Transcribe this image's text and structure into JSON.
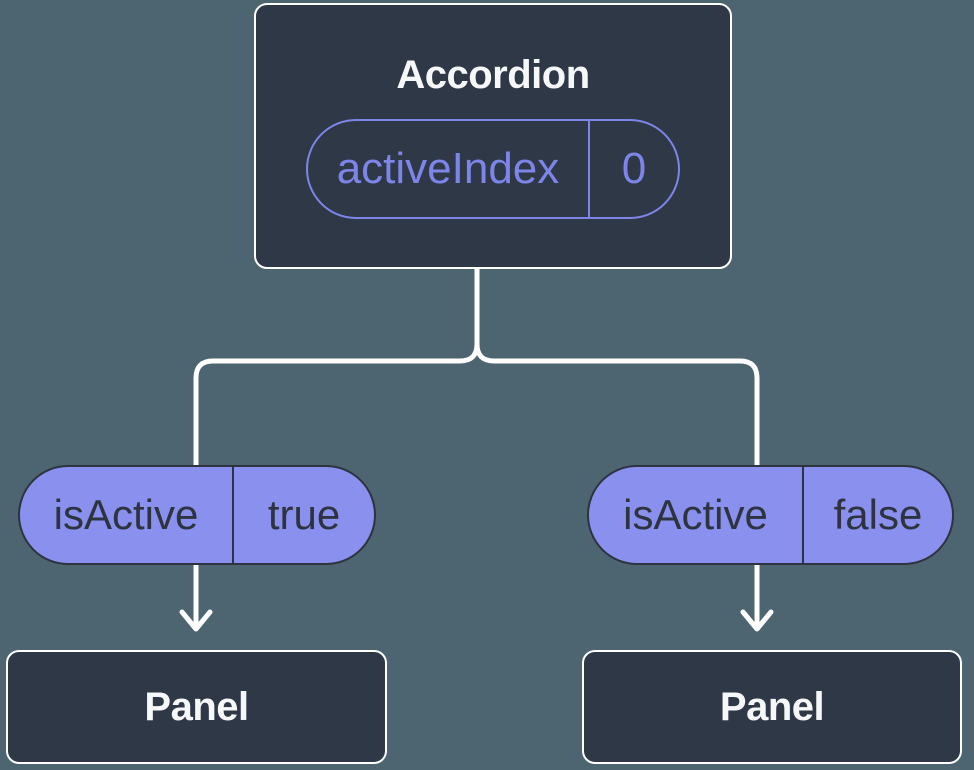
{
  "page": {
    "background_color": "#4c6570"
  },
  "colors": {
    "node_background": "#2f3846",
    "node_border": "#ffffff",
    "node_title_text": "#f6f7f9",
    "accent_purple": "#7d85e8",
    "pill_fill_purple": "#8a90ee",
    "pill_dark_text": "#2d3440",
    "connector": "#ffffff"
  },
  "tree": {
    "root": {
      "title": "Accordion",
      "prop": {
        "name": "activeIndex",
        "value": "0"
      }
    },
    "children": [
      {
        "prop": {
          "name": "isActive",
          "value": "true"
        },
        "node": {
          "title": "Panel"
        }
      },
      {
        "prop": {
          "name": "isActive",
          "value": "false"
        },
        "node": {
          "title": "Panel"
        }
      }
    ]
  }
}
